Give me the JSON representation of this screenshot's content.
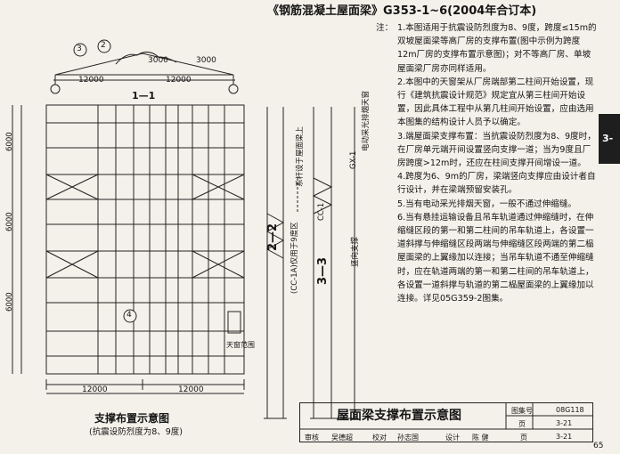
{
  "header": "《钢筋混凝土屋面梁》G353-1~6(2004年合订本)",
  "notes_label": "注：",
  "notes": [
    "1.本图适用于抗震设防烈度为8、9度，跨度≤15m的双坡屋面梁等高厂房的支撑布置(图中示例为跨度12m厂房的支撑布置示意图)；对不等高厂房、单坡屋面梁厂房亦同样适用。",
    "2.本图中的天窗架从厂房端部第二柱间开始设置，现行《建筑抗震设计规范》规定宜从第三柱间开始设置，因此具体工程中从第几柱间开始设置，应由选用本图集的结构设计人员予以确定。",
    "3.端屋面梁支撑布置：当抗震设防烈度为8、9度时，在厂房单元端开间设置竖向支撑一道；当为9度且厂房跨度>12m时，还应在柱间支撑开间增设一道。",
    "4.跨度为6、9m的厂房，梁端竖向支撑应由设计者自行设计，并在梁端预留安装孔。",
    "5.当有电动采光排烟天窗，一般不通过伸缩缝。",
    "6.当有悬挂运输设备且吊车轨道通过伸缩缝时，在伸缩缝区段的第一和第二柱间的吊车轨道上，各设置一道斜撑与伸缩缝区段两端与伸缩缝区段两端的第二榀屋面梁的上翼缘加以连接；当吊车轨道不通至伸缩缝时，应在轨道两端的第一和第二柱间的吊车轨道上，各设置一道斜撑与轨道的第二榀屋面梁的上翼缘加以连接。详见05G359-2图集。"
  ],
  "tab_label": "3-",
  "drawing_title": "屋面梁支撑布置示意图",
  "atlas_no_label": "图集号",
  "atlas_no": "08G118",
  "page_label": "页",
  "page_ref": "3-21",
  "sign_row": [
    "审核",
    "吴德超",
    "校对",
    "孙志国",
    "设计",
    "陈 健",
    "页",
    "3-21"
  ],
  "plan_caption": "支撑布置示意图",
  "plan_subcaption": "(抗震设防烈度为8、9度)",
  "section_1_1": "1—1",
  "section_2_2": "2—2",
  "section_3_3": "3—3",
  "dims": {
    "span": "12000",
    "bay": "3000",
    "col": "6000"
  },
  "labels": {
    "axis_2": "2",
    "axis_3": "3",
    "axis_4": "4",
    "skylight_range": "天窗范围",
    "top_chord_brace": "系杆设于屋面梁上",
    "vertical_brace": "竖向支撑",
    "cc1a": "(CC-1A)仅用于9度区",
    "cc1": "CC-1",
    "gx1": "GX-1",
    "skylight_vbrace": "电动采光排烟天窗"
  },
  "page_number": "65"
}
